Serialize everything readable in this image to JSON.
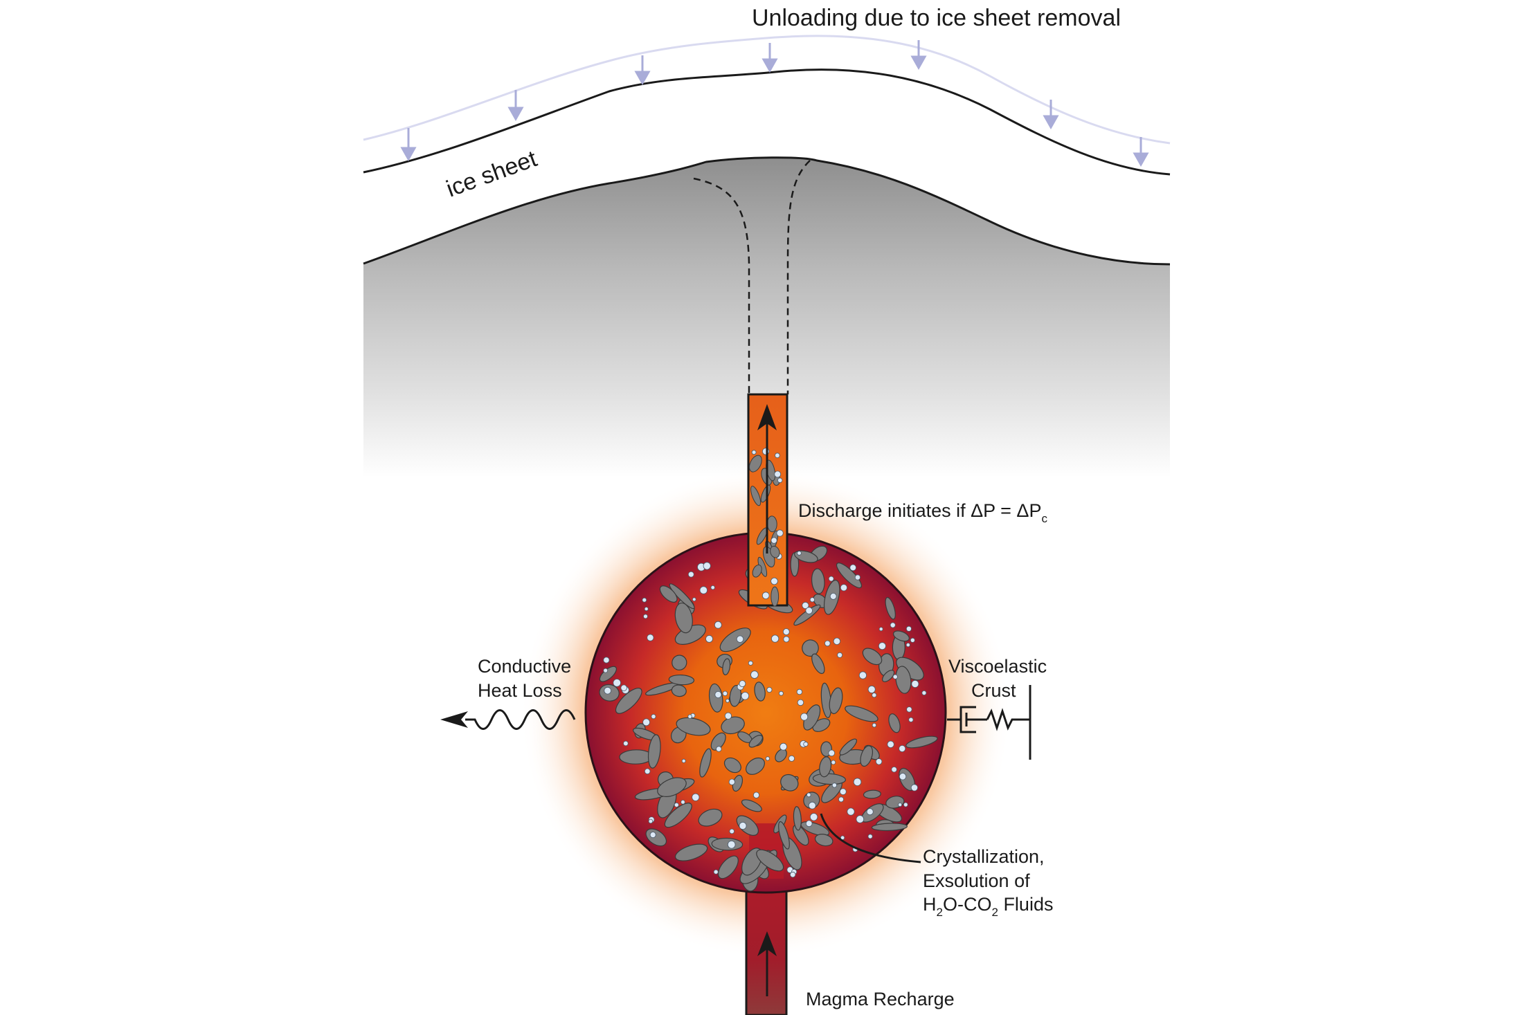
{
  "labels": {
    "unloading": "Unloading due to ice sheet removal",
    "ice_sheet": "ice sheet",
    "discharge_prefix": "Discharge initiates if ΔP = ΔP",
    "discharge_sub": "c",
    "conductive_line1": "Conductive",
    "conductive_line2": "Heat Loss",
    "viscoelastic_line1": "Viscoelastic",
    "viscoelastic_line2": "Crust",
    "cryst_line1": "Crystallization,",
    "cryst_line2": "Exsolution of",
    "cryst_line3_h": "H",
    "cryst_line3_sub2a": "2",
    "cryst_line3_mid": "O-CO",
    "cryst_line3_sub2b": "2",
    "cryst_line3_end": " Fluids",
    "magma_recharge": "Magma Recharge"
  },
  "colors": {
    "ice_arrow": "#a9acd8",
    "crust_top": "#9a9a9a",
    "magma_outer": "#8a1030",
    "magma_inner": "#f07a10",
    "halo": "#f39a4a",
    "conduit_top": "#e8641a",
    "conduit_bottom": "#a01a2a",
    "outline": "#1a1a1a"
  }
}
